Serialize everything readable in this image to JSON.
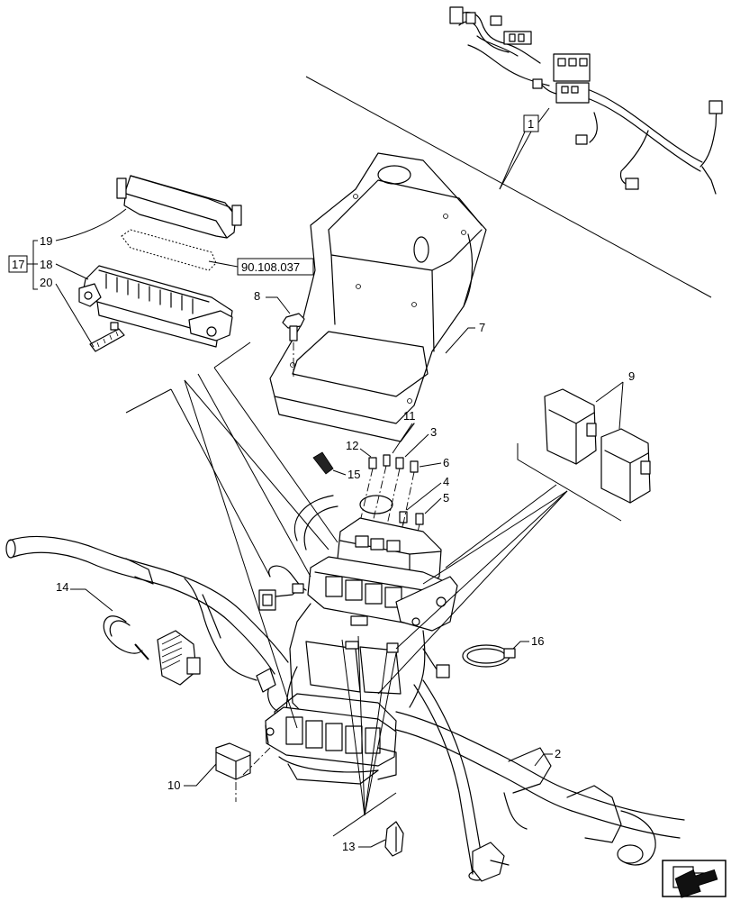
{
  "callouts": {
    "c1": "1",
    "c2": "2",
    "c3": "3",
    "c4": "4",
    "c5": "5",
    "c6": "6",
    "c7": "7",
    "c8": "8",
    "c9": "9",
    "c10": "10",
    "c11": "11",
    "c12": "12",
    "c13": "13",
    "c14": "14",
    "c15": "15",
    "c16": "16",
    "c17": "17",
    "c18": "18",
    "c19": "19",
    "c20": "20"
  },
  "reference": "90.108.037"
}
